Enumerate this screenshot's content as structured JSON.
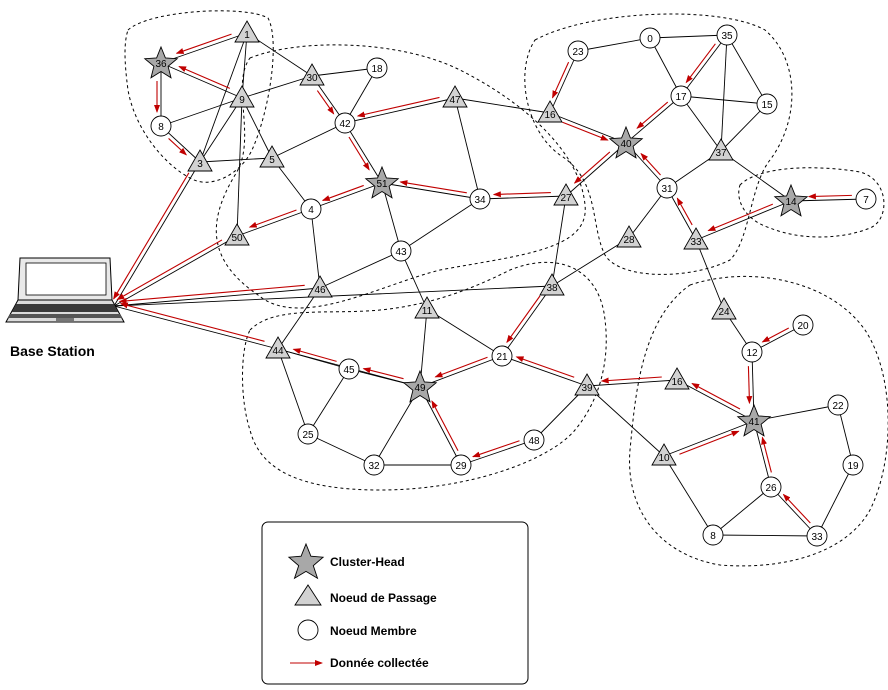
{
  "base_station": {
    "label": "Base Station"
  },
  "legend": [
    {
      "kind": "cluster-head",
      "label": "Cluster-Head"
    },
    {
      "kind": "gateway",
      "label": "Noeud de Passage"
    },
    {
      "kind": "member",
      "label": "Noeud Membre"
    },
    {
      "kind": "flow",
      "label": "Donnée collectée"
    }
  ],
  "colors": {
    "flow": "#c00000",
    "cluster_head": "#a8a8a8",
    "gateway": "#d2d2d2",
    "member": "#ffffff"
  },
  "nodes": [
    {
      "key": "n1",
      "label": "1",
      "kind": "gateway"
    },
    {
      "key": "n36",
      "label": "36",
      "kind": "cluster-head"
    },
    {
      "key": "n9",
      "label": "9",
      "kind": "gateway"
    },
    {
      "key": "n8a",
      "label": "8",
      "kind": "member"
    },
    {
      "key": "n3",
      "label": "3",
      "kind": "gateway"
    },
    {
      "key": "n30",
      "label": "30",
      "kind": "gateway"
    },
    {
      "key": "n18",
      "label": "18",
      "kind": "member"
    },
    {
      "key": "n47",
      "label": "47",
      "kind": "gateway"
    },
    {
      "key": "n42",
      "label": "42",
      "kind": "member"
    },
    {
      "key": "n5",
      "label": "5",
      "kind": "gateway"
    },
    {
      "key": "n51",
      "label": "51",
      "kind": "cluster-head"
    },
    {
      "key": "n34",
      "label": "34",
      "kind": "member"
    },
    {
      "key": "n4",
      "label": "4",
      "kind": "member"
    },
    {
      "key": "n50",
      "label": "50",
      "kind": "gateway"
    },
    {
      "key": "n43",
      "label": "43",
      "kind": "member"
    },
    {
      "key": "n46",
      "label": "46",
      "kind": "gateway"
    },
    {
      "key": "n11",
      "label": "11",
      "kind": "gateway"
    },
    {
      "key": "n23",
      "label": "23",
      "kind": "member"
    },
    {
      "key": "n0",
      "label": "0",
      "kind": "member"
    },
    {
      "key": "n35",
      "label": "35",
      "kind": "member"
    },
    {
      "key": "n17",
      "label": "17",
      "kind": "member"
    },
    {
      "key": "n15",
      "label": "15",
      "kind": "member"
    },
    {
      "key": "n16a",
      "label": "16",
      "kind": "gateway"
    },
    {
      "key": "n40",
      "label": "40",
      "kind": "cluster-head"
    },
    {
      "key": "n37",
      "label": "37",
      "kind": "gateway"
    },
    {
      "key": "n27",
      "label": "27",
      "kind": "gateway"
    },
    {
      "key": "n31",
      "label": "31",
      "kind": "member"
    },
    {
      "key": "n28",
      "label": "28",
      "kind": "gateway"
    },
    {
      "key": "n33a",
      "label": "33",
      "kind": "gateway"
    },
    {
      "key": "n14",
      "label": "14",
      "kind": "cluster-head"
    },
    {
      "key": "n7",
      "label": "7",
      "kind": "member"
    },
    {
      "key": "n38",
      "label": "38",
      "kind": "gateway"
    },
    {
      "key": "n24",
      "label": "24",
      "kind": "gateway"
    },
    {
      "key": "n20",
      "label": "20",
      "kind": "member"
    },
    {
      "key": "n12",
      "label": "12",
      "kind": "member"
    },
    {
      "key": "n44",
      "label": "44",
      "kind": "gateway"
    },
    {
      "key": "n45",
      "label": "45",
      "kind": "member"
    },
    {
      "key": "n49",
      "label": "49",
      "kind": "cluster-head"
    },
    {
      "key": "n21",
      "label": "21",
      "kind": "member"
    },
    {
      "key": "n39",
      "label": "39",
      "kind": "gateway"
    },
    {
      "key": "n16b",
      "label": "16",
      "kind": "gateway"
    },
    {
      "key": "n41",
      "label": "41",
      "kind": "cluster-head"
    },
    {
      "key": "n22",
      "label": "22",
      "kind": "member"
    },
    {
      "key": "n25",
      "label": "25",
      "kind": "member"
    },
    {
      "key": "n32",
      "label": "32",
      "kind": "member"
    },
    {
      "key": "n29",
      "label": "29",
      "kind": "member"
    },
    {
      "key": "n48",
      "label": "48",
      "kind": "member"
    },
    {
      "key": "n10",
      "label": "10",
      "kind": "gateway"
    },
    {
      "key": "n19",
      "label": "19",
      "kind": "member"
    },
    {
      "key": "n26",
      "label": "26",
      "kind": "member"
    },
    {
      "key": "n8b",
      "label": "8",
      "kind": "member"
    },
    {
      "key": "n33b",
      "label": "33",
      "kind": "member"
    }
  ],
  "edges": [
    [
      "n36",
      "n1"
    ],
    [
      "n36",
      "n9"
    ],
    [
      "n36",
      "n8a"
    ],
    [
      "n1",
      "n9"
    ],
    [
      "n1",
      "n30"
    ],
    [
      "n1",
      "n3"
    ],
    [
      "n8a",
      "n9"
    ],
    [
      "n8a",
      "n3"
    ],
    [
      "n9",
      "n3"
    ],
    [
      "n9",
      "n30"
    ],
    [
      "n9",
      "n5"
    ],
    [
      "n9",
      "n50"
    ],
    [
      "n30",
      "n18"
    ],
    [
      "n30",
      "n42"
    ],
    [
      "n18",
      "n42"
    ],
    [
      "n42",
      "n47"
    ],
    [
      "n42",
      "n5"
    ],
    [
      "n42",
      "n51"
    ],
    [
      "n47",
      "n34"
    ],
    [
      "n47",
      "n16a"
    ],
    [
      "n3",
      "n5"
    ],
    [
      "n5",
      "n4"
    ],
    [
      "n4",
      "n51"
    ],
    [
      "n4",
      "n46"
    ],
    [
      "n4",
      "n50"
    ],
    [
      "n51",
      "n34"
    ],
    [
      "n51",
      "n43"
    ],
    [
      "n34",
      "n43"
    ],
    [
      "n34",
      "n27"
    ],
    [
      "n43",
      "n46"
    ],
    [
      "n43",
      "n11"
    ],
    [
      "n11",
      "n49"
    ],
    [
      "n11",
      "n21"
    ],
    [
      "n23",
      "n0"
    ],
    [
      "n23",
      "n16a"
    ],
    [
      "n0",
      "n35"
    ],
    [
      "n0",
      "n17"
    ],
    [
      "n35",
      "n17"
    ],
    [
      "n35",
      "n15"
    ],
    [
      "n35",
      "n37"
    ],
    [
      "n17",
      "n15"
    ],
    [
      "n17",
      "n40"
    ],
    [
      "n17",
      "n37"
    ],
    [
      "n15",
      "n37"
    ],
    [
      "n16a",
      "n40"
    ],
    [
      "n40",
      "n27"
    ],
    [
      "n40",
      "n31"
    ],
    [
      "n27",
      "n38"
    ],
    [
      "n31",
      "n37"
    ],
    [
      "n31",
      "n28"
    ],
    [
      "n31",
      "n33a"
    ],
    [
      "n37",
      "n14"
    ],
    [
      "n14",
      "n7"
    ],
    [
      "n14",
      "n33a"
    ],
    [
      "n33a",
      "n24"
    ],
    [
      "n28",
      "n38"
    ],
    [
      "n38",
      "n21"
    ],
    [
      "n24",
      "n12"
    ],
    [
      "n12",
      "n20"
    ],
    [
      "n12",
      "n41"
    ],
    [
      "n44",
      "n45"
    ],
    [
      "n44",
      "n49"
    ],
    [
      "n44",
      "n25"
    ],
    [
      "n45",
      "n49"
    ],
    [
      "n45",
      "n25"
    ],
    [
      "n49",
      "n21"
    ],
    [
      "n49",
      "n32"
    ],
    [
      "n49",
      "n29"
    ],
    [
      "n21",
      "n39"
    ],
    [
      "n39",
      "n48"
    ],
    [
      "n39",
      "n16b"
    ],
    [
      "n39",
      "n10"
    ],
    [
      "n16b",
      "n41"
    ],
    [
      "n41",
      "n10"
    ],
    [
      "n41",
      "n22"
    ],
    [
      "n41",
      "n26"
    ],
    [
      "n22",
      "n19"
    ],
    [
      "n19",
      "n33b"
    ],
    [
      "n26",
      "n8b"
    ],
    [
      "n26",
      "n33b"
    ],
    [
      "n8b",
      "n33b"
    ],
    [
      "n10",
      "n8b"
    ],
    [
      "n25",
      "n32"
    ],
    [
      "n32",
      "n29"
    ],
    [
      "n29",
      "n48"
    ],
    [
      "n46",
      "n44"
    ],
    [
      "bs",
      "n3"
    ],
    [
      "bs",
      "n50"
    ],
    [
      "bs",
      "n46"
    ],
    [
      "bs",
      "n44"
    ],
    [
      "bs",
      "n38"
    ]
  ],
  "flows": [
    [
      "n1",
      "n36"
    ],
    [
      "n9",
      "n36"
    ],
    [
      "n36",
      "n8a"
    ],
    [
      "n8a",
      "n3"
    ],
    [
      "n3",
      "bs"
    ],
    [
      "n30",
      "n42"
    ],
    [
      "n47",
      "n42"
    ],
    [
      "n42",
      "n51"
    ],
    [
      "n34",
      "n51"
    ],
    [
      "n51",
      "n4"
    ],
    [
      "n4",
      "n50"
    ],
    [
      "n50",
      "bs"
    ],
    [
      "n27",
      "n34"
    ],
    [
      "n23",
      "n16a"
    ],
    [
      "n16a",
      "n40"
    ],
    [
      "n35",
      "n17"
    ],
    [
      "n17",
      "n40"
    ],
    [
      "n31",
      "n40"
    ],
    [
      "n40",
      "n27"
    ],
    [
      "n33a",
      "n31"
    ],
    [
      "n14",
      "n33a"
    ],
    [
      "n7",
      "n14"
    ],
    [
      "n46",
      "bs"
    ],
    [
      "n44",
      "bs"
    ],
    [
      "n45",
      "n44"
    ],
    [
      "n49",
      "n45"
    ],
    [
      "n21",
      "n49"
    ],
    [
      "n38",
      "n21"
    ],
    [
      "n39",
      "n21"
    ],
    [
      "n29",
      "n49"
    ],
    [
      "n48",
      "n29"
    ],
    [
      "n16b",
      "n39"
    ],
    [
      "n41",
      "n16b"
    ],
    [
      "n10",
      "n41"
    ],
    [
      "n12",
      "n41"
    ],
    [
      "n20",
      "n12"
    ],
    [
      "n26",
      "n41"
    ],
    [
      "n33b",
      "n26"
    ]
  ]
}
